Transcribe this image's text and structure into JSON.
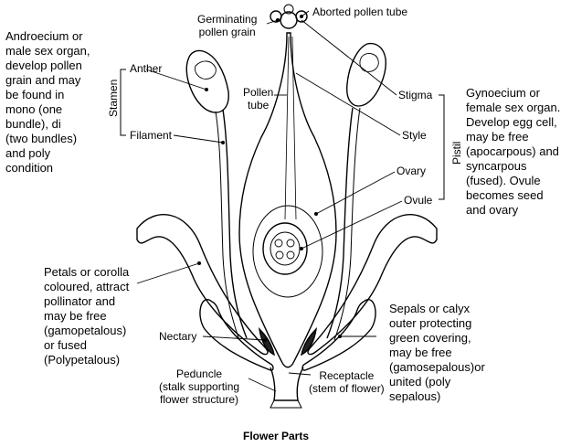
{
  "figure": {
    "caption": "Flower Parts",
    "labels": {
      "aborted_pollen_tube": "Aborted pollen tube",
      "germinating_pollen_grain": "Germinating\npollen grain",
      "anther": "Anther",
      "stamen": "Stamen",
      "filament": "Filament",
      "pollen_tube": "Pollen\ntube",
      "stigma": "Stigma",
      "style": "Style",
      "pistil": "Pistil",
      "ovary": "Ovary",
      "ovule": "Ovule",
      "nectary": "Nectary",
      "peduncle": "Peduncle\n(stalk supporting\nflower structure)",
      "receptacle": "Receptacle\n(stem of flower)"
    },
    "notes": {
      "androecium": "Androecium or\nmale sex organ,\ndevelop pollen\ngrain and may\nbe found in\nmono (one\nbundle), di\n(two bundles)\nand poly\ncondition",
      "gynoecium": "Gynoecium or\nfemale sex organ.\nDevelop egg cell,\nmay be free\n(apocarpous) and\nsyncarpous\n(fused). Ovule\nbecomes seed\nand ovary",
      "petals": "Petals or corolla\ncoloured, attract\npollinator and\nmay be free\n(gamopetalous)\nor fused\n(Polypetalous)",
      "sepals": "Sepals or calyx\nouter protecting\ngreen covering,\nmay be free\n(gamosepalous)or\nunited (poly\nsepalous)"
    }
  }
}
